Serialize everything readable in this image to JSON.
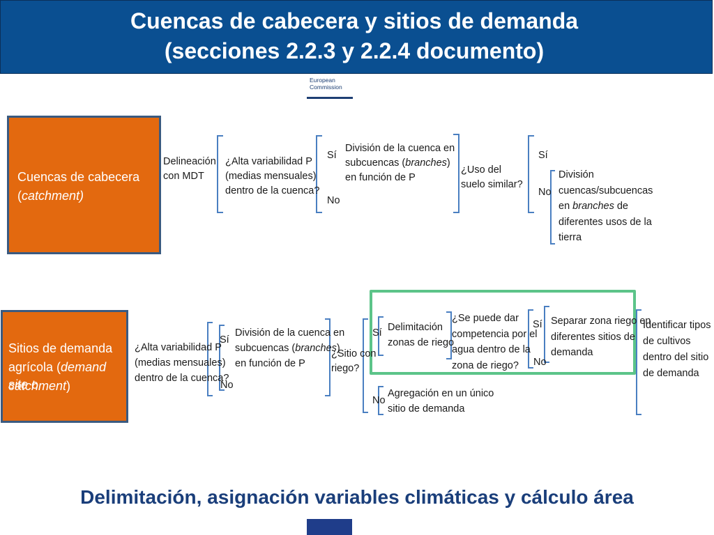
{
  "header": {
    "title_line1": "Cuencas de cabecera y sitios de demanda",
    "title_line2": "(secciones 2.2.3 y 2.2.4 documento)"
  },
  "logo": {
    "line1": "European",
    "line2": "Commission"
  },
  "catchment": {
    "box_line1": "Cuencas de cabecera",
    "box_line2": "catchment)",
    "box_line2_prefix": "(",
    "delineation": [
      "Delineación",
      "con MDT"
    ],
    "question_p": [
      "¿Alta variabilidad P",
      "(medias mensuales)",
      "dentro de la cuenca?"
    ],
    "yes": "Sí",
    "no": "No",
    "division_l1": "División de la cuenca en",
    "division_l2a": "subcuencas  (",
    "division_l2b": "branches",
    "division_l2c": ")",
    "division_l3": "en función de P",
    "question_land": [
      "¿Uso del",
      "suelo similar?"
    ],
    "yes2": "Sí",
    "no2": "No",
    "division2_l1": "División",
    "division2_l2": "cuencas/subcuencas",
    "division2_l3a": "en ",
    "division2_l3b": "branches",
    "division2_l3c": " de",
    "division2_l4": "diferentes usos de la",
    "division2_l5": "tierra"
  },
  "demand": {
    "box_line1": "Sitios de demanda",
    "box_line2a": "agrícola (",
    "box_line2b": "demand site",
    "box_line2c": " o",
    "box_line3a": "catchment",
    "box_line3b": ")",
    "question_p": [
      "¿Alta variabilidad P",
      "(medias mensuales)",
      "dentro de la cuenca?"
    ],
    "yes": "Sí",
    "no": "No",
    "division_l1": "División de la cuenca en",
    "division_l2a": "subcuencas  (",
    "division_l2b": "branches",
    "division_l2c": ")",
    "division_l3": "en función de P",
    "question_site": [
      "¿Sitio con",
      "riego?"
    ],
    "yes2": "Sí",
    "no2": "No",
    "delimitation": [
      "Delimitación",
      "zonas de riego"
    ],
    "question_comp": [
      "¿Se puede dar",
      "competencia por el",
      "agua dentro de la",
      "zona de riego?"
    ],
    "yes3": "Sí",
    "no3": "No",
    "separate": [
      "Separar zona riego en",
      "diferentes sitios de",
      "demanda"
    ],
    "aggregate": [
      "Agregación en un único",
      "sitio de demanda"
    ],
    "identify": [
      "Identificar tipos",
      "de cultivos",
      "dentro del sitio",
      "de demanda"
    ]
  },
  "footer": {
    "text": "Delimitación, asignación variables climáticas y cálculo área"
  },
  "colors": {
    "header_bg": "#0a4f91",
    "box_orange": "#e3690f",
    "bracket_blue": "#4a7fc1",
    "highlight_green": "#5cc489",
    "footer_text": "#1a3e7a"
  }
}
